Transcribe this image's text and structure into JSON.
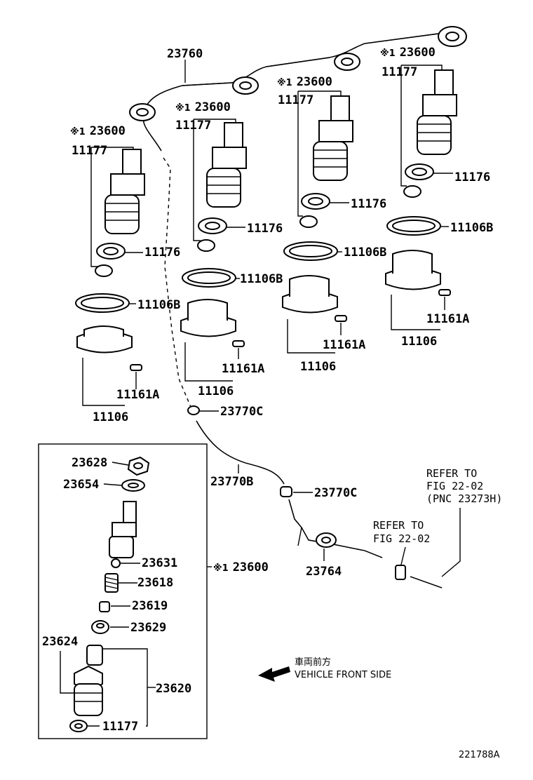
{
  "labels": {
    "p23760": "23760",
    "p23600": "23600",
    "mark": "※1",
    "p11177": "11177",
    "p11176": "11176",
    "p11106B": "11106B",
    "p11161A": "11161A",
    "p11106": "11106",
    "p23770C": "23770C",
    "p23770B": "23770B",
    "p23764": "23764",
    "p23628": "23628",
    "p23654": "23654",
    "p23631": "23631",
    "p23618": "23618",
    "p23619": "23619",
    "p23629": "23629",
    "p23624": "23624",
    "p23620": "23620"
  },
  "refs": {
    "ref1_line1": "REFER TO",
    "ref1_line2": "FIG 22-02",
    "ref1_line3": "(PNC 23273H)",
    "ref2_line1": "REFER TO",
    "ref2_line2": "FIG 22-02"
  },
  "direction": {
    "jp": "車両前方",
    "en": "VEHICLE FRONT SIDE"
  },
  "diagram_id": "221788A"
}
